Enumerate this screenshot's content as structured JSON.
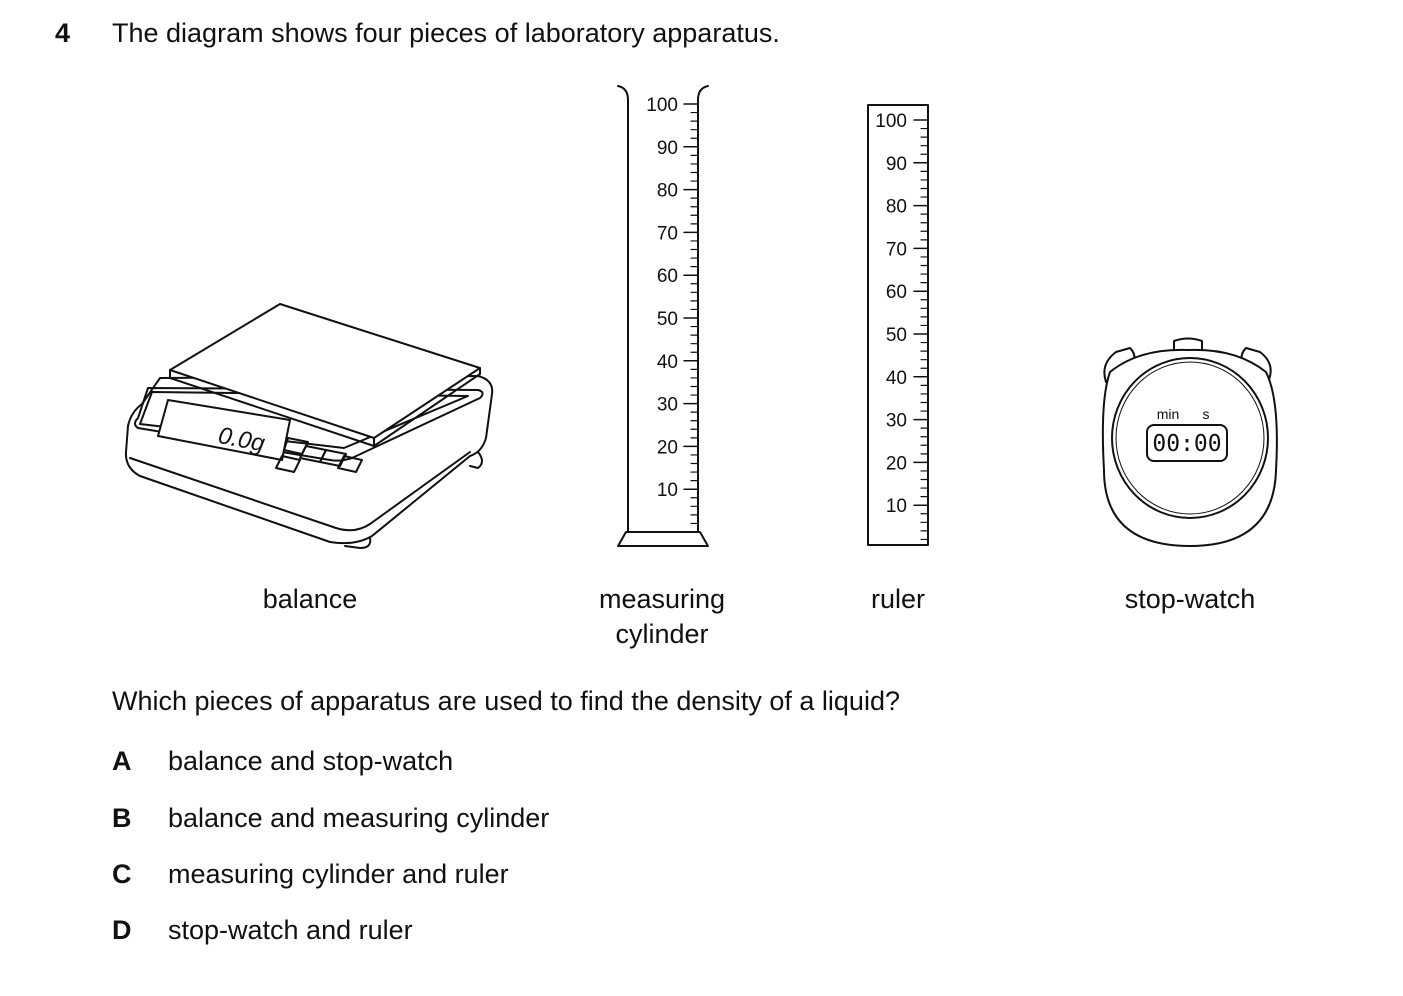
{
  "question": {
    "number": "4",
    "stem": "The diagram shows four pieces of laboratory apparatus.",
    "prompt": "Which pieces of apparatus are used to find the density of a liquid?"
  },
  "apparatus": {
    "balance": {
      "caption": "balance",
      "display": "0.0g"
    },
    "measuring_cylinder": {
      "caption_line1": "measuring",
      "caption_line2": "cylinder",
      "scale_labels": [
        "100",
        "90",
        "80",
        "70",
        "60",
        "50",
        "40",
        "30",
        "20",
        "10"
      ]
    },
    "ruler": {
      "caption": "ruler",
      "scale_labels": [
        "100",
        "90",
        "80",
        "70",
        "60",
        "50",
        "40",
        "30",
        "20",
        "10"
      ]
    },
    "stopwatch": {
      "caption": "stop-watch",
      "unit_min": "min",
      "unit_s": "s",
      "time": "00:00"
    }
  },
  "options": [
    {
      "letter": "A",
      "text": "balance and stop-watch"
    },
    {
      "letter": "B",
      "text": "balance and measuring cylinder"
    },
    {
      "letter": "C",
      "text": "measuring cylinder and ruler"
    },
    {
      "letter": "D",
      "text": "stop-watch and ruler"
    }
  ]
}
